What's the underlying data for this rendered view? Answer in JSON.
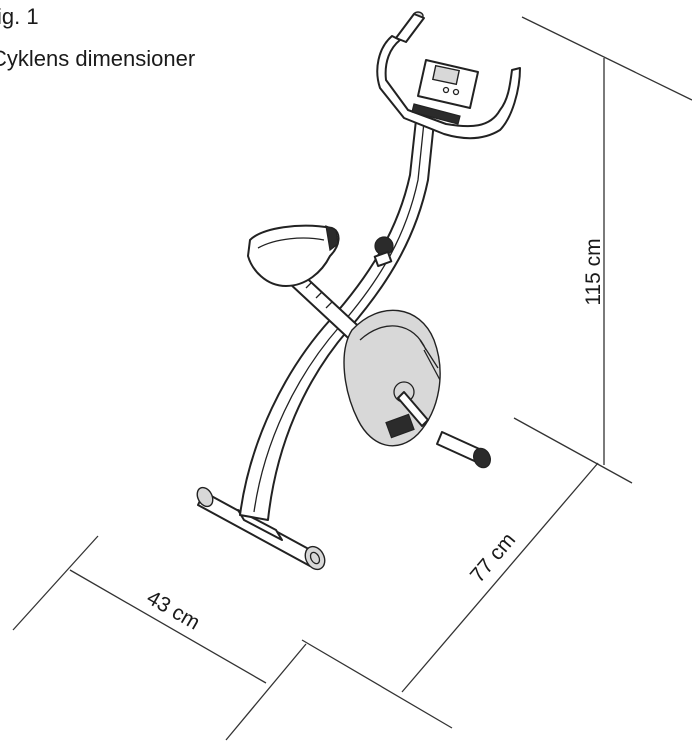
{
  "figure": {
    "label": "ig. 1",
    "caption": "Cyklens dimensioner"
  },
  "dimensions": {
    "height": "115 cm",
    "depth": "77 cm",
    "width": "43 cm"
  },
  "colors": {
    "line": "#1a1a1a",
    "background": "#ffffff"
  }
}
